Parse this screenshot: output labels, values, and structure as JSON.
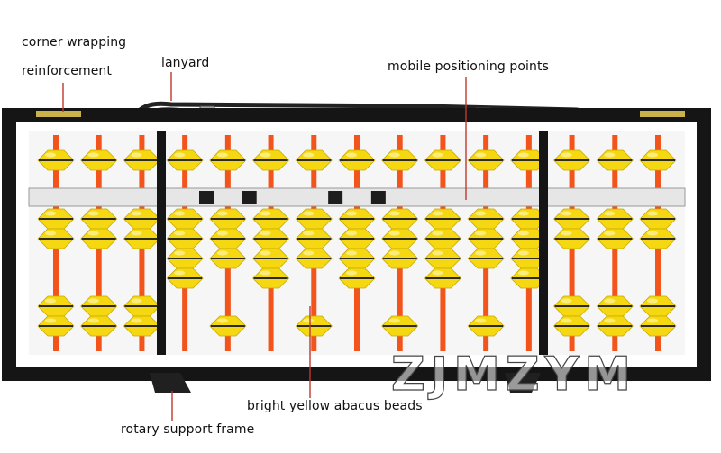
{
  "annotations": {
    "corner_line1": "corner wrapping",
    "corner_line2": "reinforcement",
    "lanyard": "lanyard",
    "mobile": "mobile positioning points",
    "beads": "bright yellow abacus beads",
    "support": "rotary support frame"
  },
  "watermark": "ZJMZYM",
  "abacus": {
    "rods": 15,
    "upper_beads_per_rod": 1,
    "lower_beads_per_rod": 4,
    "bead_color": "#f6d812",
    "rod_color": "#f2541b",
    "frame_color": "#151515",
    "beam_color": "#e6e6e6",
    "divider_after_rods": [
      3,
      12
    ],
    "beam_markers_after_rods": [
      4,
      5,
      7,
      8
    ]
  },
  "colors": {
    "pointer_line": "#c0392b",
    "text": "#111111"
  }
}
